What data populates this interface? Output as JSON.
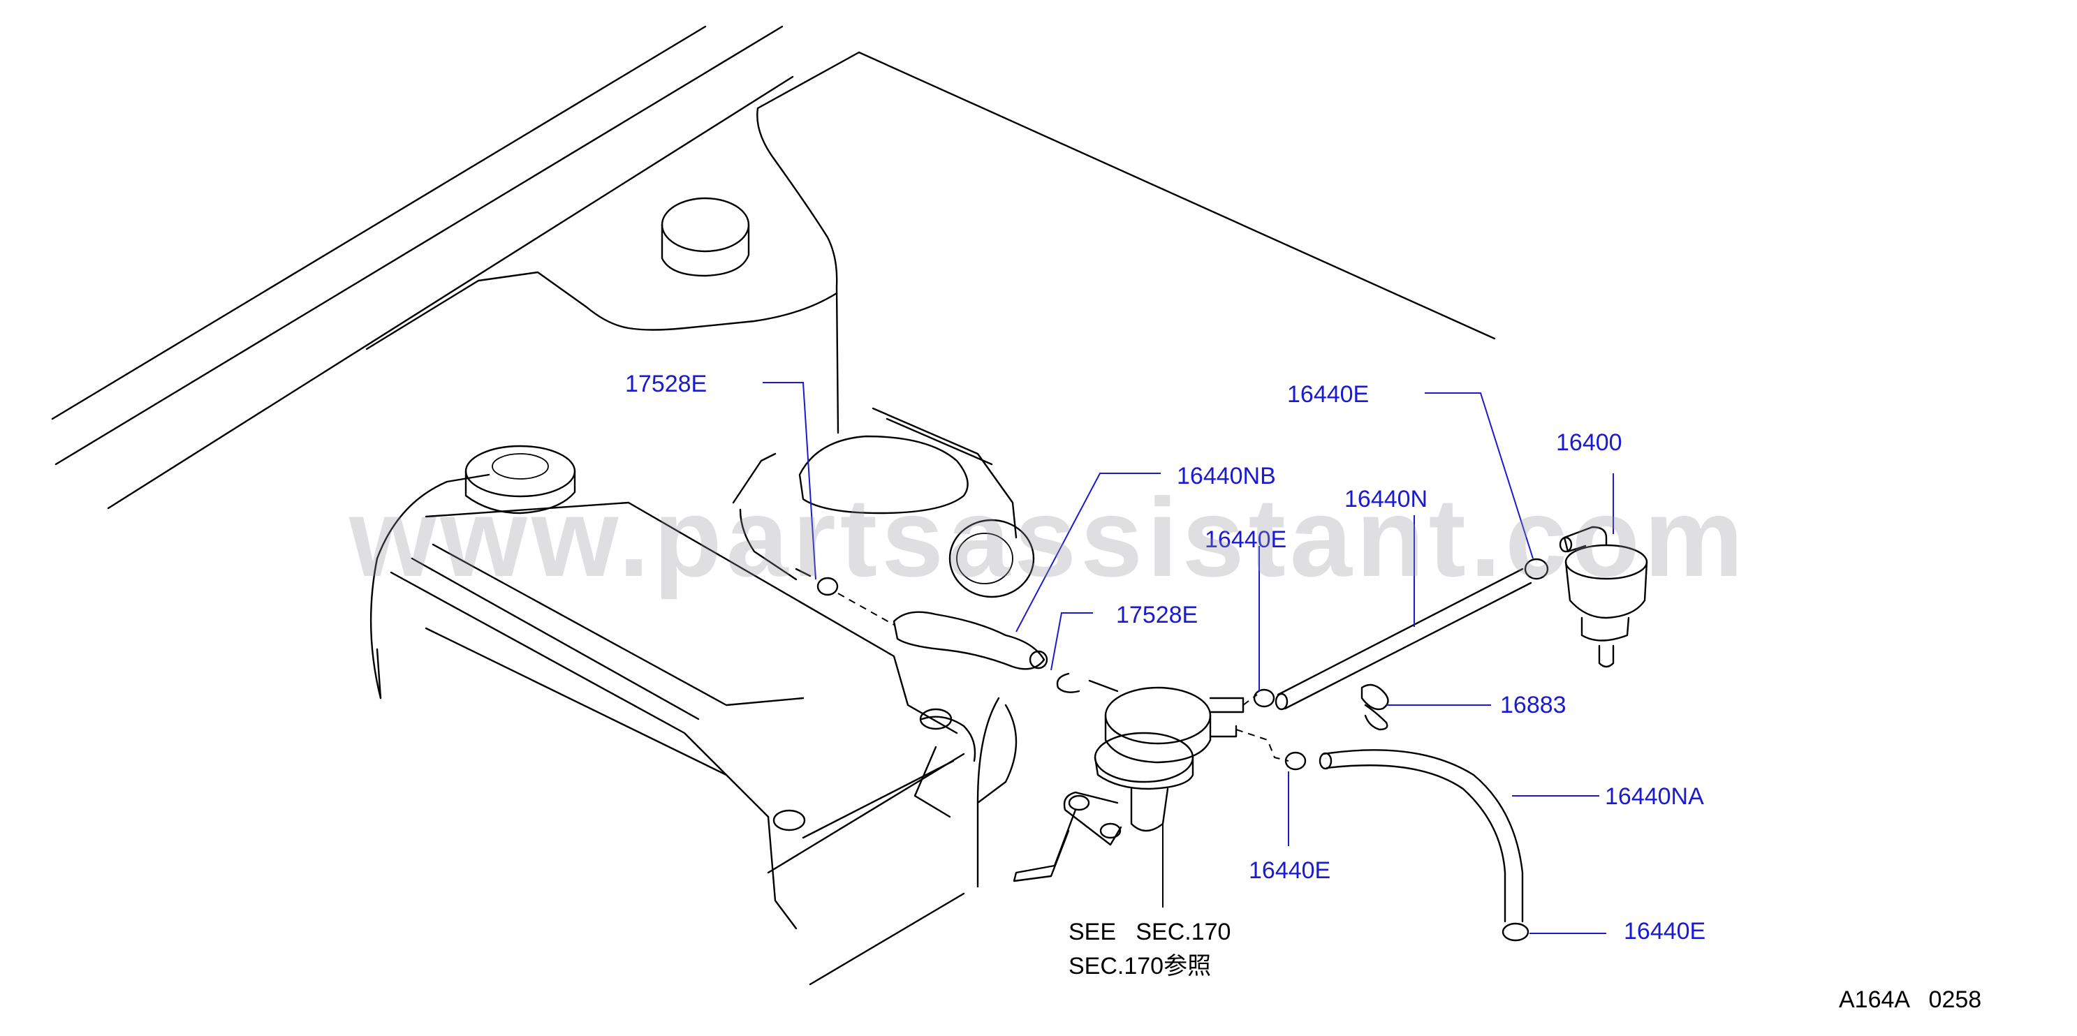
{
  "callouts": {
    "p17528e_a": "17528E",
    "p16440nb": "16440NB",
    "p17528e_b": "17528E",
    "p16440e_a": "16440E",
    "p16440n": "16440N",
    "p16440e_b": "16440E",
    "p16400": "16400",
    "p16883": "16883",
    "p16440na": "16440NA",
    "p16440e_c": "16440E",
    "p16440e_d": "16440E"
  },
  "notes": {
    "see_line": "SEE   SEC.170",
    "ref_line": "SEC.170参照"
  },
  "drawing_code": "A164A   0258",
  "watermark": "www.partsassistant.com",
  "colors": {
    "callout_text": "#1a1ad0",
    "line_art": "#000000",
    "watermark": "#9696a0"
  }
}
